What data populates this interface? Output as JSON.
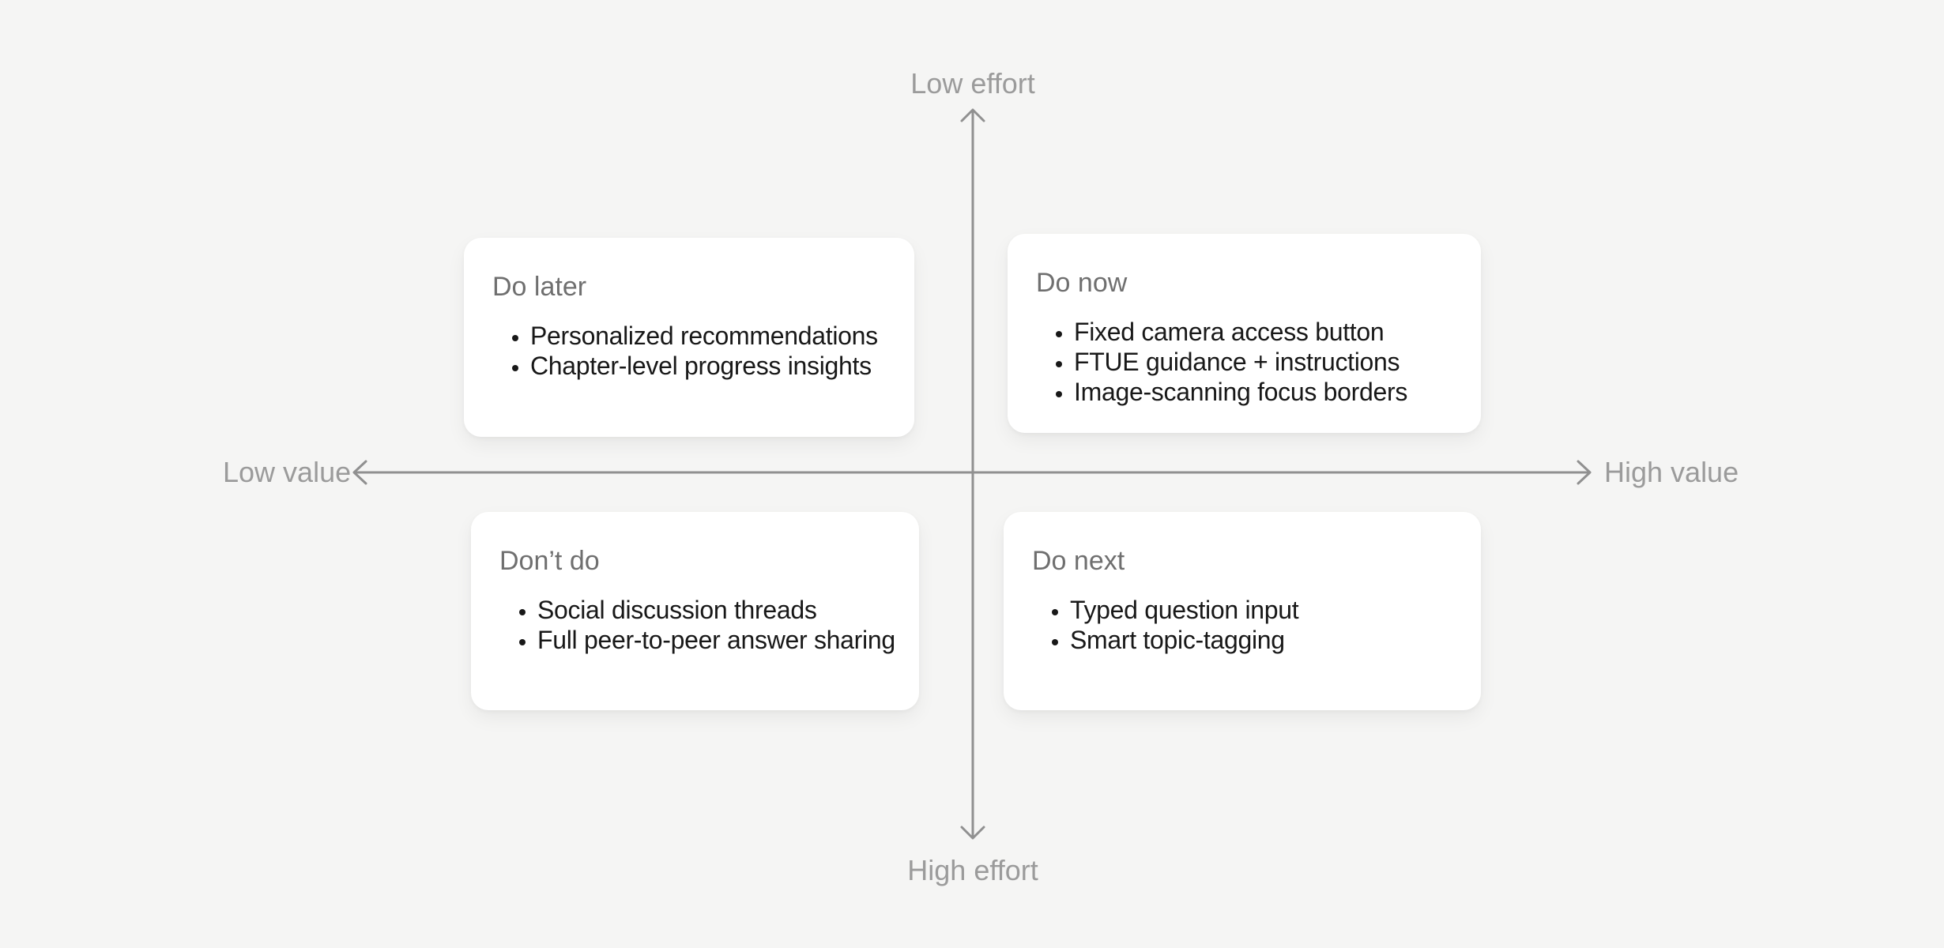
{
  "diagram": {
    "type": "priority-matrix",
    "palette": {
      "background": "#F5F5F4",
      "card": "#FFFFFF",
      "axis": "#909090",
      "axis_label": "#9B9B9B",
      "card_title": "#6F6F6F",
      "body_text": "#181818"
    }
  },
  "axes": {
    "color": "#909090",
    "top_label": "Low effort",
    "bottom_label": "High effort",
    "left_label": "Low value",
    "right_label": "High value"
  },
  "quadrants": {
    "do_later": {
      "title": "Do later",
      "items": [
        "Personalized recommendations",
        "Chapter-level progress insights"
      ]
    },
    "do_now": {
      "title": "Do now",
      "items": [
        "Fixed camera access button",
        "FTUE guidance + instructions",
        "Image-scanning focus borders"
      ]
    },
    "dont_do": {
      "title": "Don’t do",
      "items": [
        "Social discussion threads",
        "Full peer-to-peer answer sharing"
      ]
    },
    "do_next": {
      "title": "Do next",
      "items": [
        "Typed question input",
        "Smart topic-tagging"
      ]
    }
  }
}
